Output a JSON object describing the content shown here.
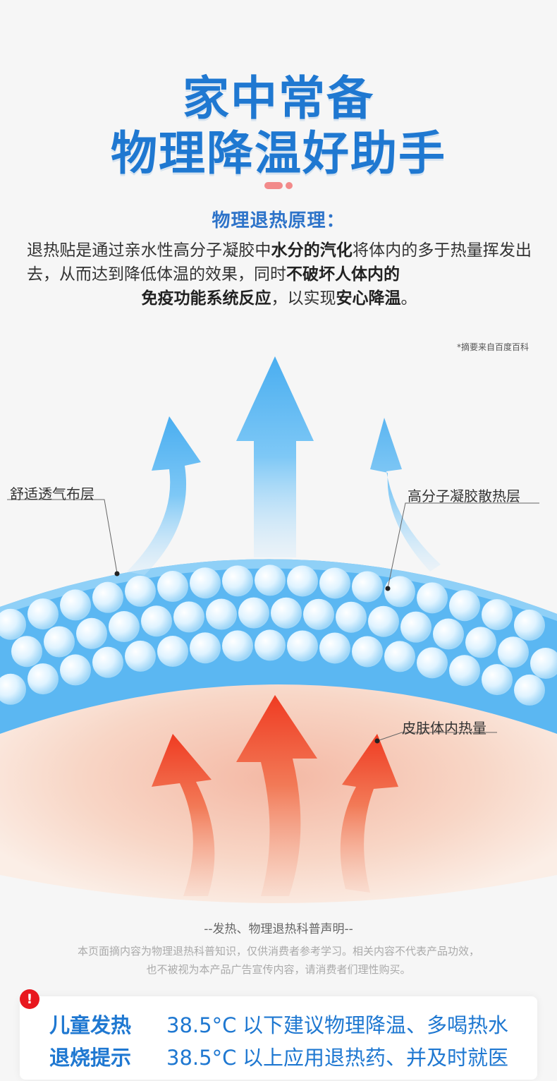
{
  "header": {
    "title_line1": "家中常备",
    "title_line2": "物理降温好助手"
  },
  "principle": {
    "title": "物理退热原理：",
    "part1": "退热贴是通过亲水性高分子凝胶中",
    "bold1": "水分的汽化",
    "part2": "将体内的多于热量挥发出去，从而达到降低体温的效果，同时",
    "bold2": "不破坏人体内的",
    "bold3": "免疫功能系统反应",
    "part3": "，以实现",
    "bold4": "安心降温",
    "part4": "。",
    "source": "*摘要来自百度百科"
  },
  "illustration": {
    "label_cloth": "舒适透气布层",
    "label_gel": "高分子凝胶散热层",
    "label_skin": "皮肤体内热量",
    "colors": {
      "blue": "#5bb7f2",
      "red": "#f2502e",
      "skin": "#f8d9c8"
    }
  },
  "declaration": {
    "title": "--发热、物理退热科普声明--",
    "line1": "本页面摘内容为物理退热科普知识，仅供消费者参考学习。相关内容不代表产品功效，",
    "line2": "也不被视为本产品广告宣传内容，请消费者们理性购买。"
  },
  "tips": {
    "alert_icon": "exclamation-icon",
    "alert_symbol": "!",
    "rows": [
      {
        "label": "儿童发热",
        "temp": "38.5°C",
        "advice": "以下建议物理降温、多喝热水"
      },
      {
        "label": "退烧提示",
        "temp": "38.5°C",
        "advice": "以上应用退热药、并及时就医"
      }
    ]
  }
}
